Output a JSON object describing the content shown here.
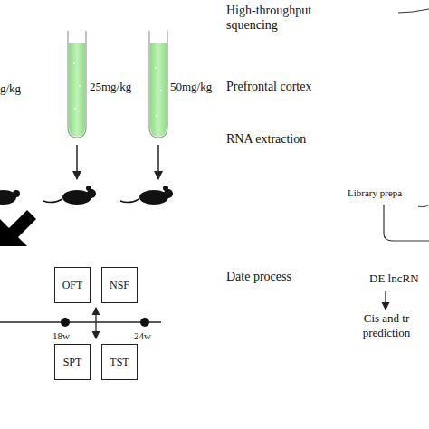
{
  "diagram": {
    "nodes": [
      {
        "text": [
          "OFT"
        ]
      },
      {
        "text": [
          "NSF"
        ]
      },
      {
        "text": [
          "SPT"
        ]
      },
      {
        "text": [
          "TST"
        ]
      }
    ],
    "labels": [
      "g/kg",
      "25mg/kg",
      "50mg/kg",
      "High-throughput squencing",
      "Prefrontal cortex",
      "RNA extraction",
      "Library prepa",
      "Date process",
      "DE lncRN",
      "Cis and tr prediction",
      "18w",
      "24w"
    ]
  }
}
